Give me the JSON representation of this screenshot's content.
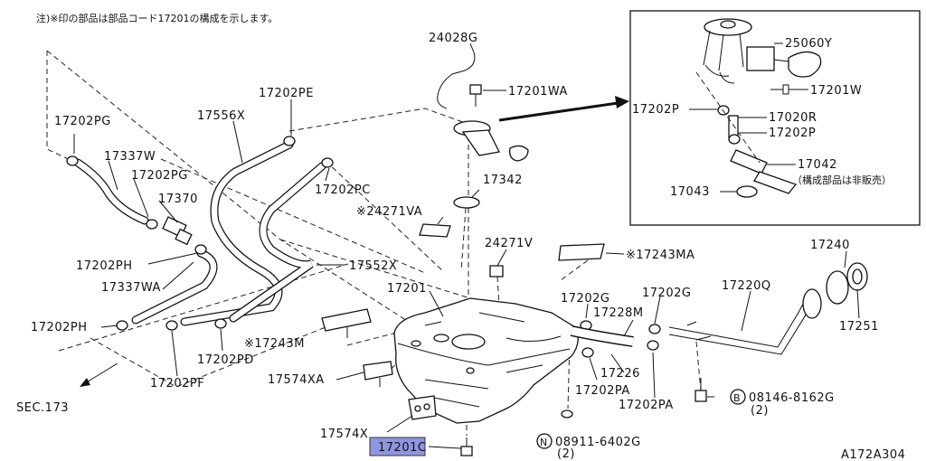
{
  "note": "注)※印の部品は部品コード17201の構成を示します。",
  "inset": {
    "labels": {
      "p25060Y": "25060Y",
      "p17201W": "17201W",
      "p17202P_a": "17202P",
      "p17020R": "17020R",
      "p17202P_b": "17202P",
      "p17042": "17042",
      "p17042_note": "（構成部品は非販売）",
      "p17043": "17043"
    }
  },
  "labels": {
    "p24028G": "24028G",
    "p17201WA": "17201WA",
    "p17202PG_top": "17202PG",
    "p17202PE": "17202PE",
    "p17556X": "17556X",
    "p17337W": "17337W",
    "p17202PG": "17202PG",
    "p17370": "17370",
    "p17202PC": "17202PC",
    "p17342": "17342",
    "p24271VA": "※24271VA",
    "p24271V": "24271V",
    "p17243MA": "※17243MA",
    "p17202PH_upper": "17202PH",
    "p17552X": "17552X",
    "p17240": "17240",
    "p17337WA": "17337WA",
    "p17201": "17201",
    "p17202G_left": "17202G",
    "p17202G_right": "17202G",
    "p17220Q": "17220Q",
    "p17228M": "17228M",
    "p17251": "17251",
    "p17202PH_lower": "17202PH",
    "p17243M": "※17243M",
    "p17202PD": "17202PD",
    "p17574XA": "17574XA",
    "p17202PF": "17202PF",
    "p17226": "17226",
    "p17202PA_left": "17202PA",
    "p17202PA_right": "17202PA",
    "p08146": "08146-8162G",
    "p08146_qty": "(2)",
    "p08146_prefix": "B",
    "sec173": "SEC.173",
    "p17574X": "17574X",
    "p08911": "08911-6402G",
    "p08911_qty": "(2)",
    "p08911_prefix": "N",
    "p17201C": "17201C",
    "figure_id": "A172A304"
  },
  "colors": {
    "highlight": "#8f95e0",
    "line": "#111111"
  }
}
